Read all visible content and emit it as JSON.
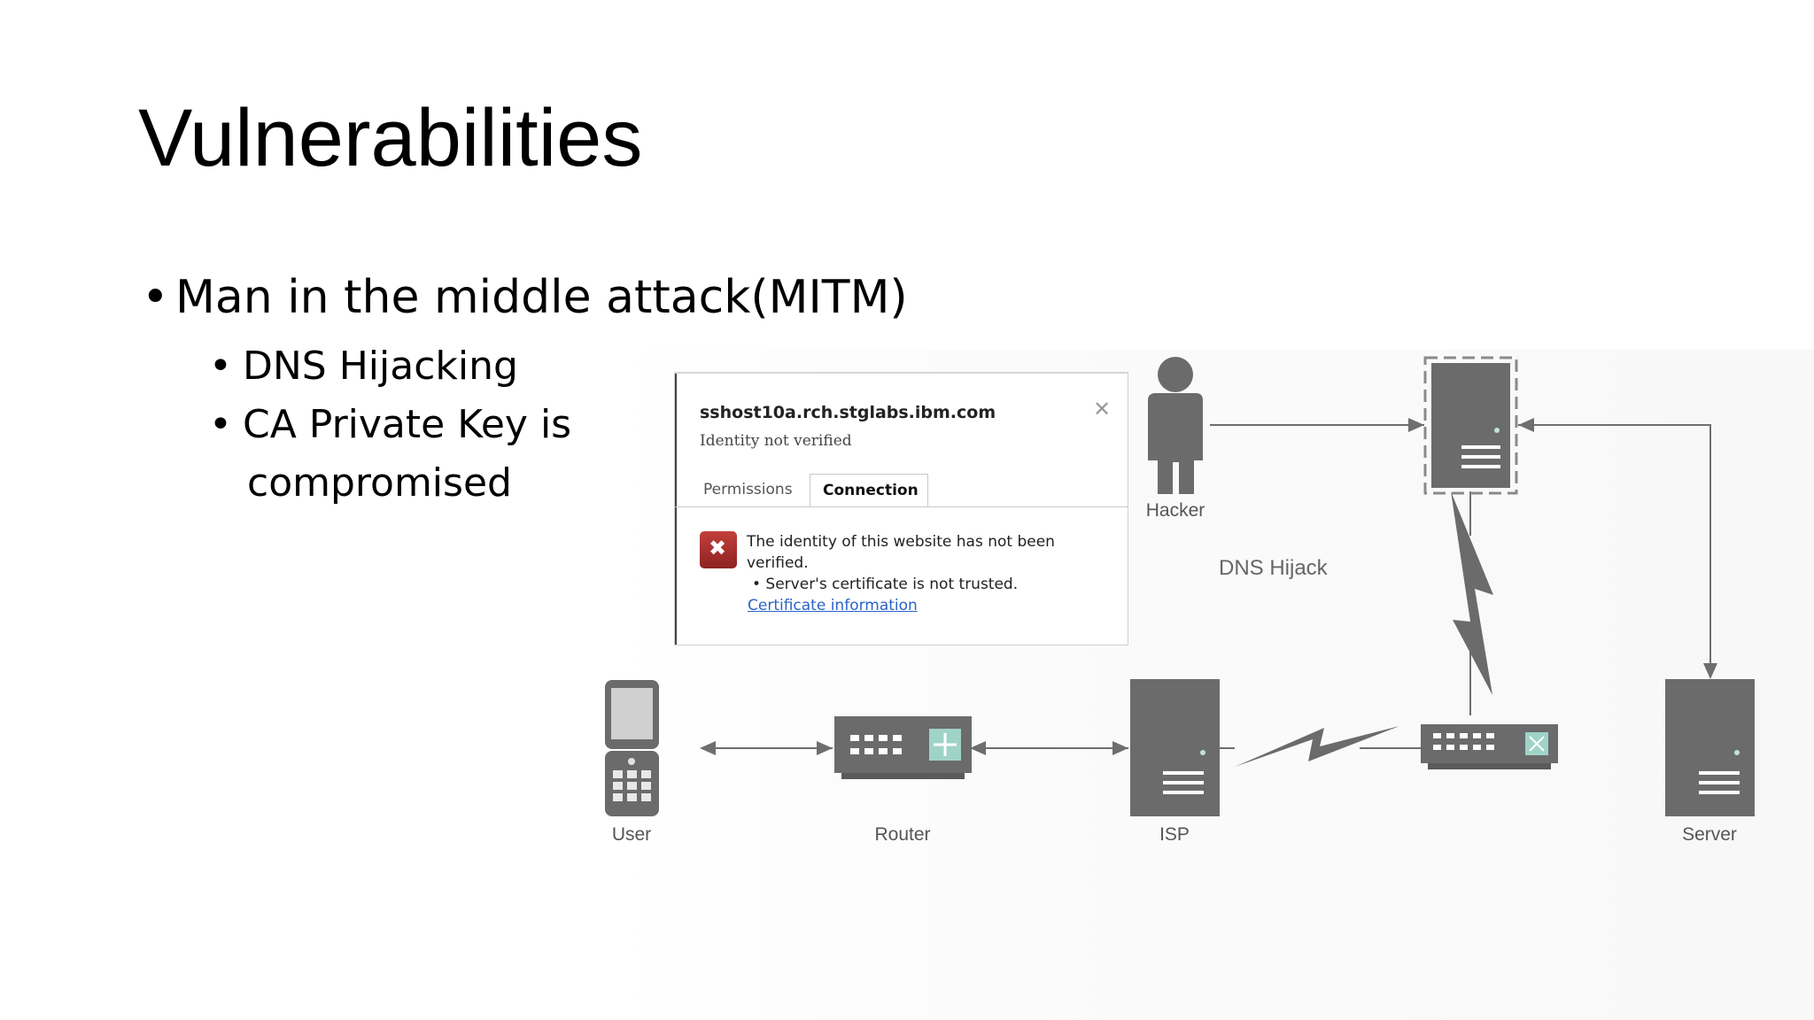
{
  "slide": {
    "title": "Vulnerabilities",
    "bullets": [
      {
        "text": "Man in the middle attack(MITM)",
        "sub": [
          {
            "text": "DNS Hijacking"
          },
          {
            "text": "CA Private Key is"
          },
          {
            "text": "compromised"
          }
        ]
      }
    ]
  },
  "diagram": {
    "nodes": {
      "hacker": "Hacker",
      "user": "User",
      "router": "Router",
      "isp": "ISP",
      "server": "Server"
    },
    "dns_label": "DNS Hijack",
    "colors": {
      "device": "#6b6b6b",
      "line": "#6e6e6e",
      "accent": "#9fd3c7"
    }
  },
  "popup": {
    "host": "sshost10a.rch.stglabs.ibm.com",
    "subtitle": "Identity not verified",
    "close_icon": "close-icon",
    "tabs": [
      "Permissions",
      "Connection"
    ],
    "active_tab": "Connection",
    "message": "The identity of this website has not been verified.",
    "bullet": "• Server's certificate is not trusted.",
    "link": "Certificate information",
    "error_color": "#a62e2b",
    "link_color": "#2a63c6"
  }
}
